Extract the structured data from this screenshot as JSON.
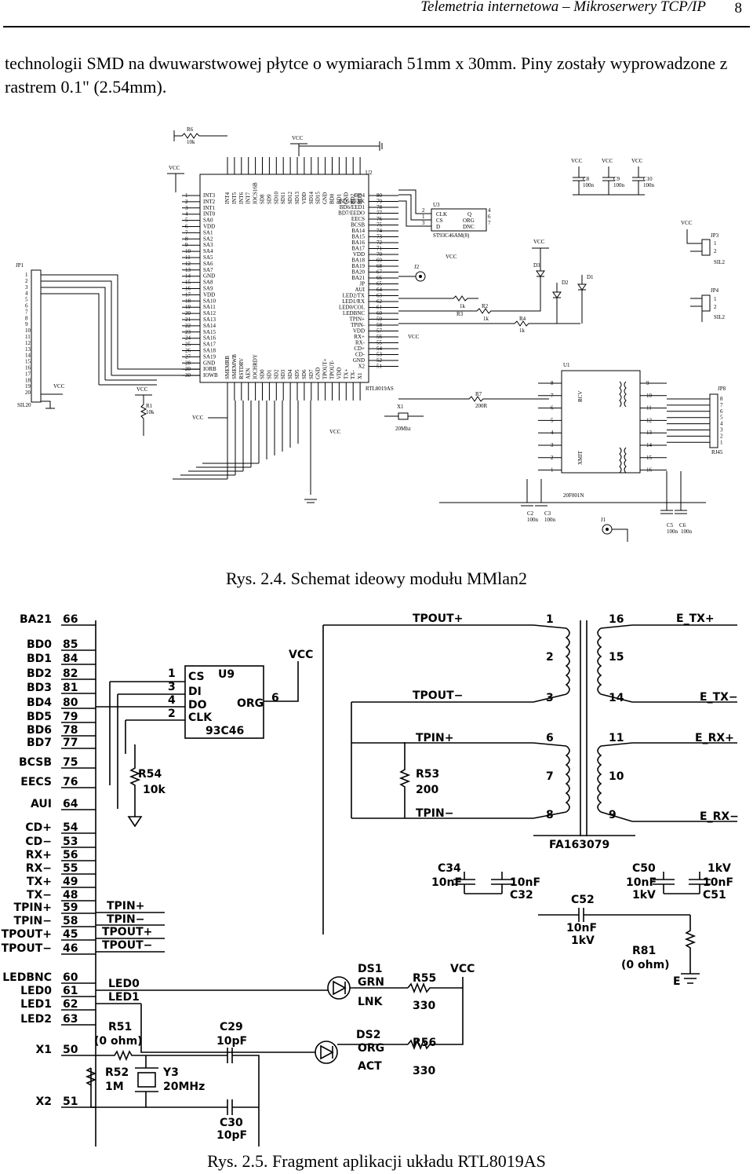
{
  "header": {
    "title": "Telemetria internetowa – Mikroserwery TCP/IP",
    "page": "8"
  },
  "intro": "technologii SMD na dwuwarstwowej płytce o wymiarach 51mm x 30mm. Piny zostały wyprowadzone z rastrem 0.1\" (2.54mm).",
  "figure1": {
    "caption": "Rys. 2.4. Schemat ideowy modułu MMlan2",
    "jp1": {
      "label": "JP1",
      "pins": [
        "1",
        "2",
        "3",
        "4",
        "5",
        "6",
        "7",
        "8",
        "9",
        "10",
        "11",
        "12",
        "13",
        "14",
        "15",
        "16",
        "17",
        "18",
        "19",
        "20"
      ],
      "part": "SIL20"
    },
    "left_pins": [
      "INT3",
      "INT2",
      "INT1",
      "INT0",
      "SA0",
      "VDD",
      "SA1",
      "SA2",
      "SA3",
      "SA4",
      "SA5",
      "SA6",
      "SA7",
      "GND",
      "SA8",
      "SA9",
      "VDD",
      "SA10",
      "SA11",
      "SA12",
      "SA13",
      "SA14",
      "SA15",
      "SA16",
      "SA17",
      "SA18",
      "SA19",
      "GND",
      "IORB",
      "IOWB"
    ],
    "left_nums": [
      "1",
      "2",
      "3",
      "4",
      "5",
      "6",
      "7",
      "8",
      "9",
      "10",
      "11",
      "12",
      "13",
      "14",
      "15",
      "16",
      "17",
      "18",
      "19",
      "20",
      "21",
      "22",
      "23",
      "24",
      "25",
      "26",
      "27",
      "28",
      "29",
      "30"
    ],
    "right_pins": [
      "BD4",
      "BD5/EESK",
      "BD6/EED1",
      "BD7/EEDO",
      "EECS",
      "BCSB",
      "BA14",
      "BA15",
      "BA16",
      "BA17",
      "VDD",
      "BA18",
      "BA19",
      "BA20",
      "BA21",
      "JP",
      "AUI",
      "LED2/TX",
      "LED1/RX",
      "LED0/COL",
      "LEDBNC",
      "TPIN+",
      "TPIN-",
      "VDD",
      "RX+",
      "RX-",
      "CD+",
      "CD-",
      "GND",
      "X2"
    ],
    "right_nums": [
      "80",
      "79",
      "78",
      "77",
      "76",
      "75",
      "74",
      "73",
      "72",
      "71",
      "70",
      "69",
      "68",
      "67",
      "66",
      "65",
      "64",
      "63",
      "62",
      "61",
      "60",
      "59",
      "58",
      "57",
      "56",
      "55",
      "54",
      "53",
      "52",
      "51"
    ],
    "top_pins": [
      "INT4",
      "INT5",
      "INT6",
      "INT7",
      "IOCS16B",
      "SD8",
      "SD9",
      "SD10",
      "SD11",
      "SD12",
      "SD13",
      "VDD",
      "SD14",
      "SD15",
      "GND",
      "BD0",
      "BD1",
      "GND",
      "BD2",
      "BD3"
    ],
    "bottom_pins": [
      "SMEMRB",
      "SMEMWB",
      "RSTDRV",
      "AEN",
      "IOCHRDY",
      "SD0",
      "SD1",
      "SD2",
      "SD3",
      "SD4",
      "SD5",
      "SD6",
      "SD7",
      "GND",
      "TPOUT+",
      "TPOUT-",
      "VDD",
      "TX+",
      "TX-",
      "X1"
    ],
    "chip": "RTL8019AS",
    "u2": "U2",
    "u3": {
      "label": "U3",
      "pins_left": [
        "CLK",
        "CS",
        "D"
      ],
      "pins_right": [
        "Q",
        "ORG",
        "DNC"
      ],
      "nums_left": [
        "2",
        "1",
        "3"
      ],
      "nums_right": [
        "4",
        "6",
        "7"
      ],
      "part": "ST93C46AM(8)"
    },
    "resistors": {
      "r6": "R6",
      "r6v": "10k",
      "r1": "R1",
      "r1v": "10k",
      "r3": "R3",
      "r3v": "1k",
      "r2": "R2",
      "r2v": "1k",
      "r4": "R4",
      "r4v": "1k",
      "r7": "R7",
      "r7v": "200R"
    },
    "caps": {
      "c8": "C8",
      "c9": "C9",
      "c10": "C10",
      "cv": "100n",
      "c2": "C2",
      "c3": "C3",
      "c5": "C5",
      "c6": "C6"
    },
    "diodes": {
      "d1": "D1",
      "d2": "D2",
      "d3": "D3"
    },
    "vcc": "VCC",
    "jp2": "J2",
    "x1": {
      "label": "X1",
      "value": "20Mhz"
    },
    "u1": {
      "label": "U1",
      "rcv": "RCV",
      "xmit": "XMIT",
      "part": "20F001N",
      "pins_l": [
        "8",
        "7",
        "6",
        "5",
        "4",
        "3",
        "2",
        "1"
      ],
      "pins_r": [
        "9",
        "10",
        "11",
        "12",
        "13",
        "14",
        "15",
        "16"
      ]
    },
    "jp3": {
      "label": "JP3",
      "part": "SIL2"
    },
    "jp4": {
      "label": "JP4",
      "part": "SIL2"
    },
    "jp8": {
      "label": "JP8",
      "pins": [
        "8",
        "7",
        "6",
        "5",
        "4",
        "3",
        "2",
        "1"
      ],
      "part": "RJ45"
    },
    "j1": "J1"
  },
  "figure2": {
    "caption": "Rys. 2.5. Fragment aplikacji układu RTL8019AS",
    "left_labels": [
      {
        "name": "BA21",
        "num": "66"
      },
      {
        "name": "BD0",
        "num": "85"
      },
      {
        "name": "BD1",
        "num": "84"
      },
      {
        "name": "BD2",
        "num": "82"
      },
      {
        "name": "BD3",
        "num": "81"
      },
      {
        "name": "BD4",
        "num": "80"
      },
      {
        "name": "BD5",
        "num": "79"
      },
      {
        "name": "BD6",
        "num": "78"
      },
      {
        "name": "BD7",
        "num": "77"
      },
      {
        "name": "BCSB",
        "num": "75"
      },
      {
        "name": "EECS",
        "num": "76"
      },
      {
        "name": "AUI",
        "num": "64"
      },
      {
        "name": "CD+",
        "num": "54"
      },
      {
        "name": "CD−",
        "num": "53"
      },
      {
        "name": "RX+",
        "num": "56"
      },
      {
        "name": "RX−",
        "num": "55"
      },
      {
        "name": "TX+",
        "num": "49"
      },
      {
        "name": "TX−",
        "num": "48"
      },
      {
        "name": "TPIN+",
        "num": "59"
      },
      {
        "name": "TPIN−",
        "num": "58"
      },
      {
        "name": "TPOUT+",
        "num": "45"
      },
      {
        "name": "TPOUT−",
        "num": "46"
      },
      {
        "name": "LEDBNC",
        "num": "60"
      },
      {
        "name": "LED0",
        "num": "61"
      },
      {
        "name": "LED1",
        "num": "62"
      },
      {
        "name": "LED2",
        "num": "63"
      },
      {
        "name": "X1",
        "num": "50"
      },
      {
        "name": "X2",
        "num": "51"
      }
    ],
    "u9": {
      "label": "U9",
      "part": "93C46",
      "pins": [
        "CS",
        "DI",
        "DO",
        "CLK"
      ],
      "pin_nums": [
        "1",
        "3",
        "4",
        "2"
      ],
      "org": "ORG",
      "org_num": "6"
    },
    "vcc": "VCC",
    "r54": {
      "label": "R54",
      "value": "10k"
    },
    "r53": {
      "label": "R53",
      "value": "200"
    },
    "net_labels": {
      "tpin_p": "TPIN+",
      "tpin_m": "TPIN−",
      "tpout_p": "TPOUT+",
      "tpout_m": "TPOUT−",
      "led0": "LED0",
      "led1": "LED1"
    },
    "transformer": {
      "part": "FA163079",
      "left": [
        "1",
        "2",
        "3",
        "6",
        "7",
        "8"
      ],
      "right": [
        "16",
        "15",
        "14",
        "11",
        "10",
        "9"
      ]
    },
    "outputs": [
      "E_TX+",
      "E_TX−",
      "E_RX+",
      "E_RX−"
    ],
    "caps": [
      {
        "label": "C34",
        "value": "10nF"
      },
      {
        "label": "C32",
        "value": "10nF"
      },
      {
        "label": "C52",
        "value": "10nF",
        "rating": "1kV"
      },
      {
        "label": "C50",
        "value": "10nF",
        "rating": "1kV"
      },
      {
        "label": "C51",
        "value": "10nF",
        "rating": "1kV"
      },
      {
        "label": "C29",
        "value": "10pF"
      },
      {
        "label": "C30",
        "value": "10pF"
      }
    ],
    "r81": {
      "label": "R81",
      "value": "(0 ohm)"
    },
    "ground": "E",
    "ds1": {
      "label": "DS1",
      "color": "GRN",
      "func": "LNK"
    },
    "ds2": {
      "label": "DS2",
      "color": "ORG",
      "func": "ACT"
    },
    "r55": {
      "label": "R55",
      "value": "330"
    },
    "r56": {
      "label": "R56",
      "value": "330"
    },
    "r51": {
      "label": "R51",
      "value": "(0 ohm)"
    },
    "r52": {
      "label": "R52",
      "value": "1M"
    },
    "y3": {
      "label": "Y3",
      "value": "20MHz"
    }
  }
}
